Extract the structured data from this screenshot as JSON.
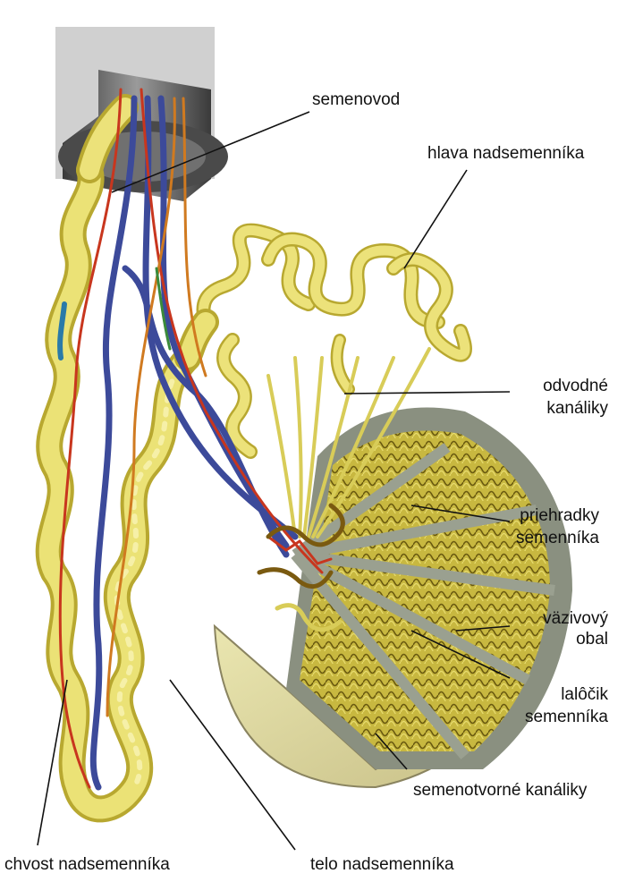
{
  "labels": {
    "semenovod": "semenovod",
    "hlava": "hlava nadsemenníka",
    "odvodne_1": "odvodné",
    "odvodne_2": "kanáliky",
    "priehradky_1": "priehradky",
    "priehradky_2": "semenníka",
    "vazivovy_1": "väzivový",
    "vazivovy_2": "obal",
    "lalocik_1": "lalôčik",
    "lalocik_2": "semenníka",
    "semenotvorne": "semenotvorné kanáliky",
    "chvost": "chvost nadsemenníka",
    "telo": "telo nadsemenníka"
  },
  "colors": {
    "tubule": "#e8e070",
    "tubule_dark": "#b8a830",
    "vein": "#3c4a9a",
    "artery": "#c8361e",
    "nerve": "#d07a20",
    "capsule": "#8a9080",
    "testis_bg": "#4a3a1a",
    "cord_sheath": "#606060"
  }
}
